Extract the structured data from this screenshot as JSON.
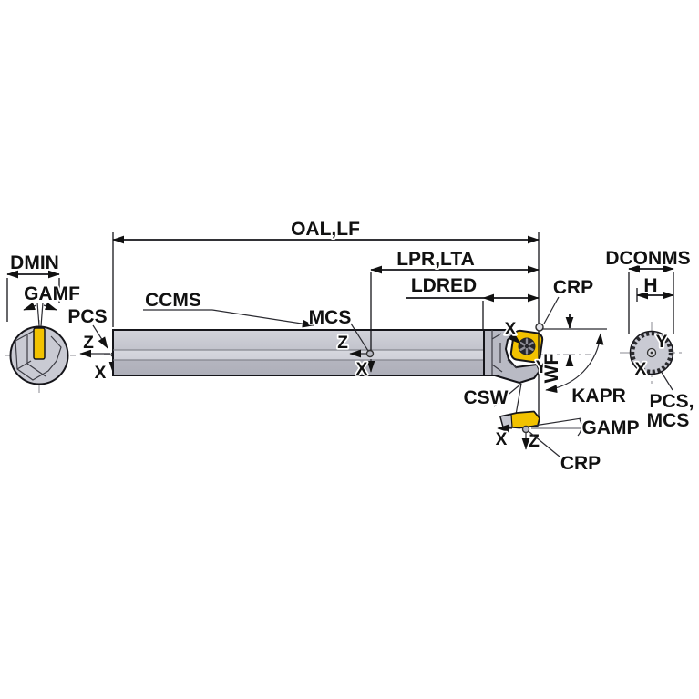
{
  "labels": {
    "dimensions": {
      "oal_lf": "OAL,LF",
      "lpr_lta": "LPR,LTA",
      "ldred": "LDRED",
      "dmin": "DMIN",
      "gamf": "GAMF",
      "gamp": "GAMP",
      "dconms": "DCONMS",
      "h": "H",
      "wf": "WF",
      "kapr": "KAPR",
      "csw": "CSW",
      "crp_top": "CRP",
      "crp_bottom": "CRP",
      "ccms": "CCMS",
      "mcs": "MCS",
      "pcs_left": "PCS",
      "pcs_mcs_line1": "PCS,",
      "pcs_mcs_line2": "MCS"
    },
    "axes": {
      "left_z": "Z",
      "left_x": "X",
      "mid_z": "Z",
      "mid_x": "X",
      "head_x": "X",
      "head_y": "Y",
      "right_y": "Y",
      "right_x": "X",
      "bottom_x": "X",
      "bottom_z": "Z"
    }
  },
  "colors": {
    "background": "#ffffff",
    "outline": "#15151a",
    "dimension_line": "#111111",
    "body_gray": "#c7c8d1",
    "body_gray_light": "#d6d7de",
    "body_gray_dark": "#b9bac4",
    "insert_yellow": "#f2c200",
    "screw_dark": "#26262b",
    "screw_star": "#8f8f98"
  }
}
